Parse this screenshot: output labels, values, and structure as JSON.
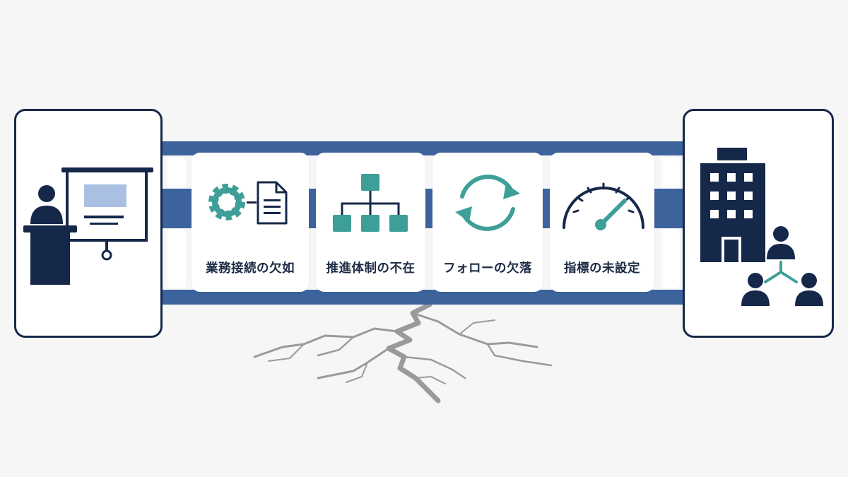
{
  "colors": {
    "navy": "#16284a",
    "bridge_blue": "#3d639d",
    "teal": "#3d9f98",
    "screen_blue": "#a9c0e3",
    "background": "#f6f6f7",
    "crack_gray": "#9a9a9c"
  },
  "left_endpoint": {
    "icon": "presenter-at-podium-icon"
  },
  "right_endpoint": {
    "icons": [
      "office-building-icon",
      "people-network-icon"
    ]
  },
  "cards": [
    {
      "label": "業務接続の欠如",
      "icon": "gear-document-icon"
    },
    {
      "label": "推進体制の不在",
      "icon": "org-chart-icon"
    },
    {
      "label": "フォローの欠落",
      "icon": "refresh-cycle-icon"
    },
    {
      "label": "指標の未設定",
      "icon": "gauge-meter-icon"
    }
  ],
  "decoration": {
    "icon": "ground-crack-icon"
  }
}
